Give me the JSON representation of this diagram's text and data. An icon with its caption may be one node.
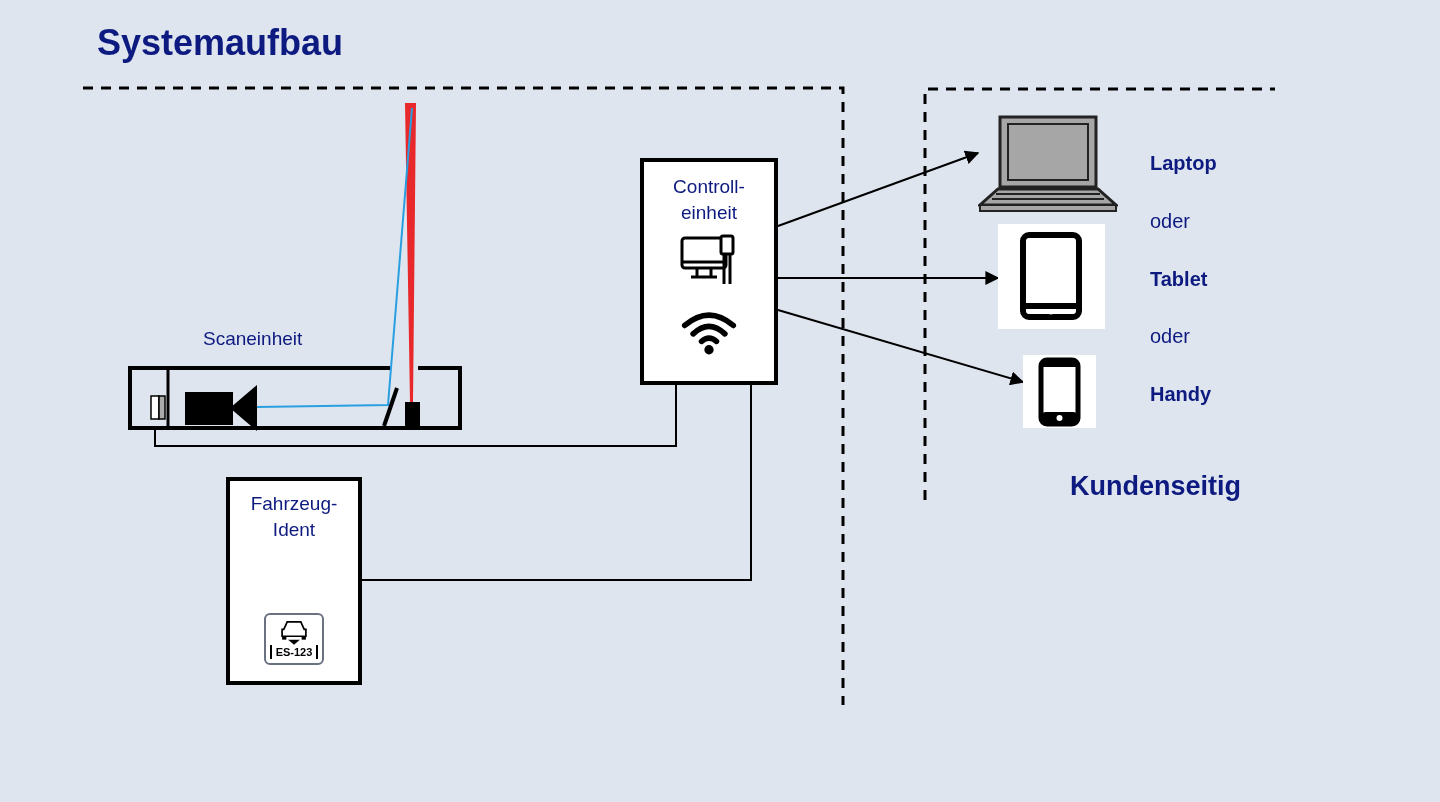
{
  "diagram": {
    "title": "Systemaufbau",
    "nodes": [
      {
        "text": [
          "Scaneinheit"
        ]
      },
      {
        "text": [
          "Controll- einheit"
        ]
      },
      {
        "text": [
          "Fahrzeug- Ident",
          "ES-123"
        ]
      },
      {
        "text": [],
        "shape": "picture",
        "beside": [
          "Laptop"
        ]
      },
      {
        "text": [],
        "shape": "picture",
        "beside": [
          "Tablet"
        ]
      },
      {
        "text": [],
        "shape": "picture",
        "beside": [
          "Handy"
        ]
      }
    ],
    "edges": [
      {
        "from": 0,
        "to": 1,
        "arrow": "none"
      },
      {
        "from": 2,
        "to": 1,
        "arrow": "none"
      },
      {
        "from": 1,
        "to": 3,
        "arrow": "to"
      },
      {
        "from": 1,
        "to": 4,
        "arrow": "to"
      },
      {
        "from": 1,
        "to": 5,
        "arrow": "to"
      }
    ],
    "labels": [
      "oder",
      "oder",
      "Kundenseitig"
    ]
  }
}
